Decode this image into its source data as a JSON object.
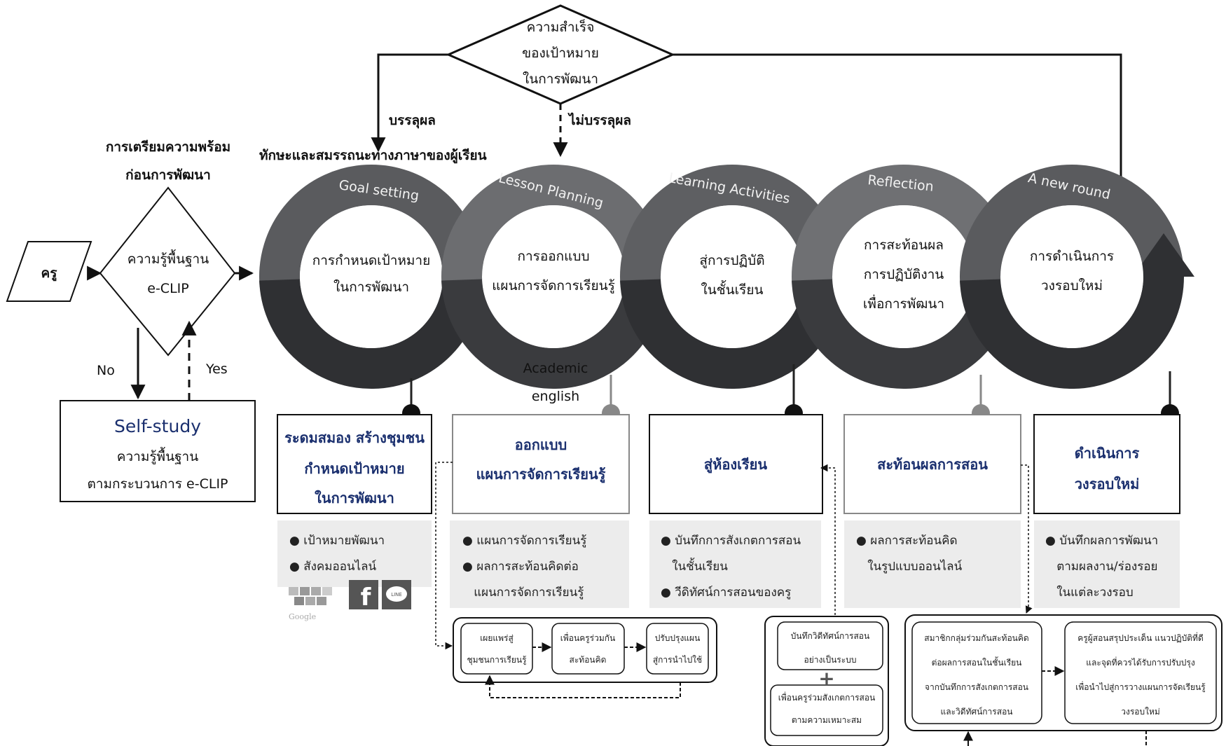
{
  "decision_top": {
    "lines": [
      "ความสำเร็จ",
      "ของเป้าหมาย",
      "ในการพัฒนา"
    ],
    "achieved": "บรรลุผล",
    "not_achieved": "ไม่บรรลุผล"
  },
  "skills_label": "ทักษะและสมรรถนะทางภาษาของผู้เรียน",
  "prep": {
    "title_lines": [
      "การเตรียมความพร้อม",
      "ก่อนการพัฒนา"
    ],
    "teacher": "ครู",
    "diamond_lines": [
      "ความรู้พื้นฐาน",
      "e-CLIP"
    ],
    "no": "No",
    "yes": "Yes",
    "selfstudy_title": "Self-study",
    "selfstudy_lines": [
      "ความรู้พื้นฐาน",
      "ตามกระบวนการ e-CLIP"
    ]
  },
  "cycles": [
    {
      "top": "Goal setting",
      "center": [
        "การกำหนดเป้าหมาย",
        "ในการพัฒนา"
      ]
    },
    {
      "top": "Lesson Planning",
      "center": [
        "การออกแบบ",
        "แผนการจัดการเรียนรู้"
      ]
    },
    {
      "top": "Learning Activities",
      "center": [
        "สู่การปฏิบัติ",
        "ในชั้นเรียน"
      ]
    },
    {
      "top": "Reflection",
      "center": [
        "การสะท้อนผล",
        "การปฏิบัติงาน",
        "เพื่อการพัฒนา"
      ]
    },
    {
      "top": "A new round",
      "center": [
        "การดำเนินการ",
        "วงรอบใหม่"
      ]
    }
  ],
  "academic_english": [
    "Academic",
    "english"
  ],
  "boxes": [
    {
      "title": [
        "ระดมสมอง สร้างชุมชน",
        "กำหนดเป้าหมาย",
        "ในการพัฒนา"
      ],
      "bullets": [
        "● เป้าหมายพัฒนา",
        "● สังคมออนไลน์"
      ]
    },
    {
      "title": [
        "ออกแบบ",
        "แผนการจัดการเรียนรู้"
      ],
      "bullets": [
        "● แผนการจัดการเรียนรู้",
        "● ผลการสะท้อนคิดต่อ",
        "   แผนการจัดการเรียนรู้"
      ]
    },
    {
      "title": [
        "สู่ห้องเรียน"
      ],
      "bullets": [
        "● บันทึกการสังเกตการสอน",
        "   ในชั้นเรียน",
        "● วีดิทัศน์การสอนของครู"
      ]
    },
    {
      "title": [
        "สะท้อนผลการสอน"
      ],
      "bullets": [
        "● ผลการสะท้อนคิด",
        "   ในรูปแบบออนไลน์"
      ]
    },
    {
      "title": [
        "ดำเนินการ",
        "วงรอบใหม่"
      ],
      "bullets": [
        "● บันทึกผลการพัฒนา",
        "   ตามผลงาน/ร่องรอย",
        "   ในแต่ละวงรอบ"
      ]
    }
  ],
  "social": {
    "google_label": "Google",
    "facebook": "f",
    "line": "LINE"
  },
  "subflow_plan": [
    [
      "เผยแพร่สู่",
      "ชุมชนการเรียนรู้"
    ],
    [
      "เพื่อนครูร่วมกัน",
      "สะท้อนคิด"
    ],
    [
      "ปรับปรุงแผน",
      "สู่การนำไปใช้"
    ]
  ],
  "subflow_class": [
    [
      "บันทึกวิดีทัศน์การสอน",
      "อย่างเป็นระบบ"
    ],
    [
      "เพื่อนครูร่วมสังเกตการสอน",
      "ตามความเหมาะสม"
    ]
  ],
  "subflow_reflect": [
    [
      "สมาชิกกลุ่มร่วมกันสะท้อนคิด",
      "ต่อผลการสอนในชั้นเรียน",
      "จากบันทึกการสังเกตการสอน",
      "และวิดีทัศน์การสอน"
    ],
    [
      "ครูผู้สอนสรุปประเด็น แนวปฏิบัติที่ดี",
      "และจุดที่ควรได้รับการปรับปรุง",
      "เพื่อนำไปสู่การวางแผนการจัดเรียนรู้",
      "วงรอบใหม่"
    ]
  ]
}
